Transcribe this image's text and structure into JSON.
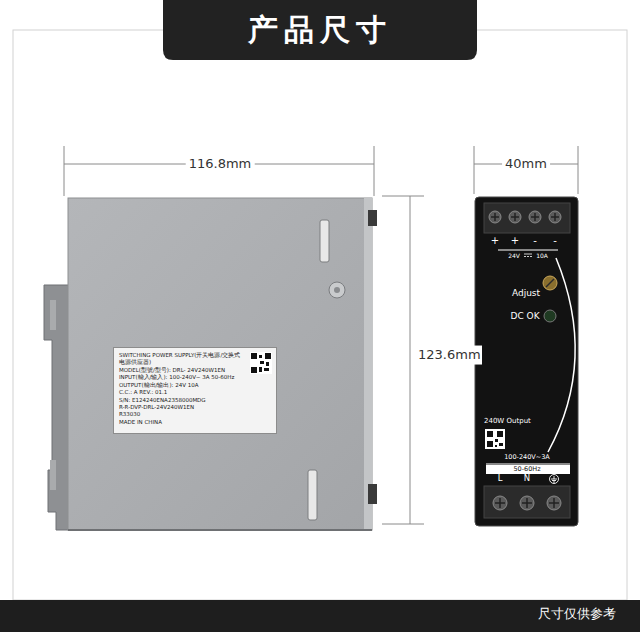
{
  "diagram": {
    "title": "产品尺寸",
    "caption": "尺寸仅供参考",
    "nodes": [
      {
        "text": [
          "SWITCHING POWER SUPPLY(开关电源/交换式电源供应器)",
          "MODEL(型號/型号): DRL- 24V240W1EN",
          "INPUT(輸入/输入): 100-240V~ 3A 50-60Hz",
          "OUTPUT(輸出/输出): 24V 10A",
          "C.C.: A REV.: 01.1",
          "S/N: E124240ENA2358000MDG",
          "R-R-DVP-DRL-24V240W1EN",
          "R33030",
          "MADE IN CHINA"
        ]
      }
    ],
    "labels": [
      "116.8mm",
      "123.6mm",
      "40mm",
      "+",
      "+",
      "-",
      "-",
      "24V",
      "10A",
      "Adjust",
      "DC OK",
      "240W Output",
      "100-240V~3A",
      "50-60Hz",
      "L",
      "N"
    ]
  }
}
